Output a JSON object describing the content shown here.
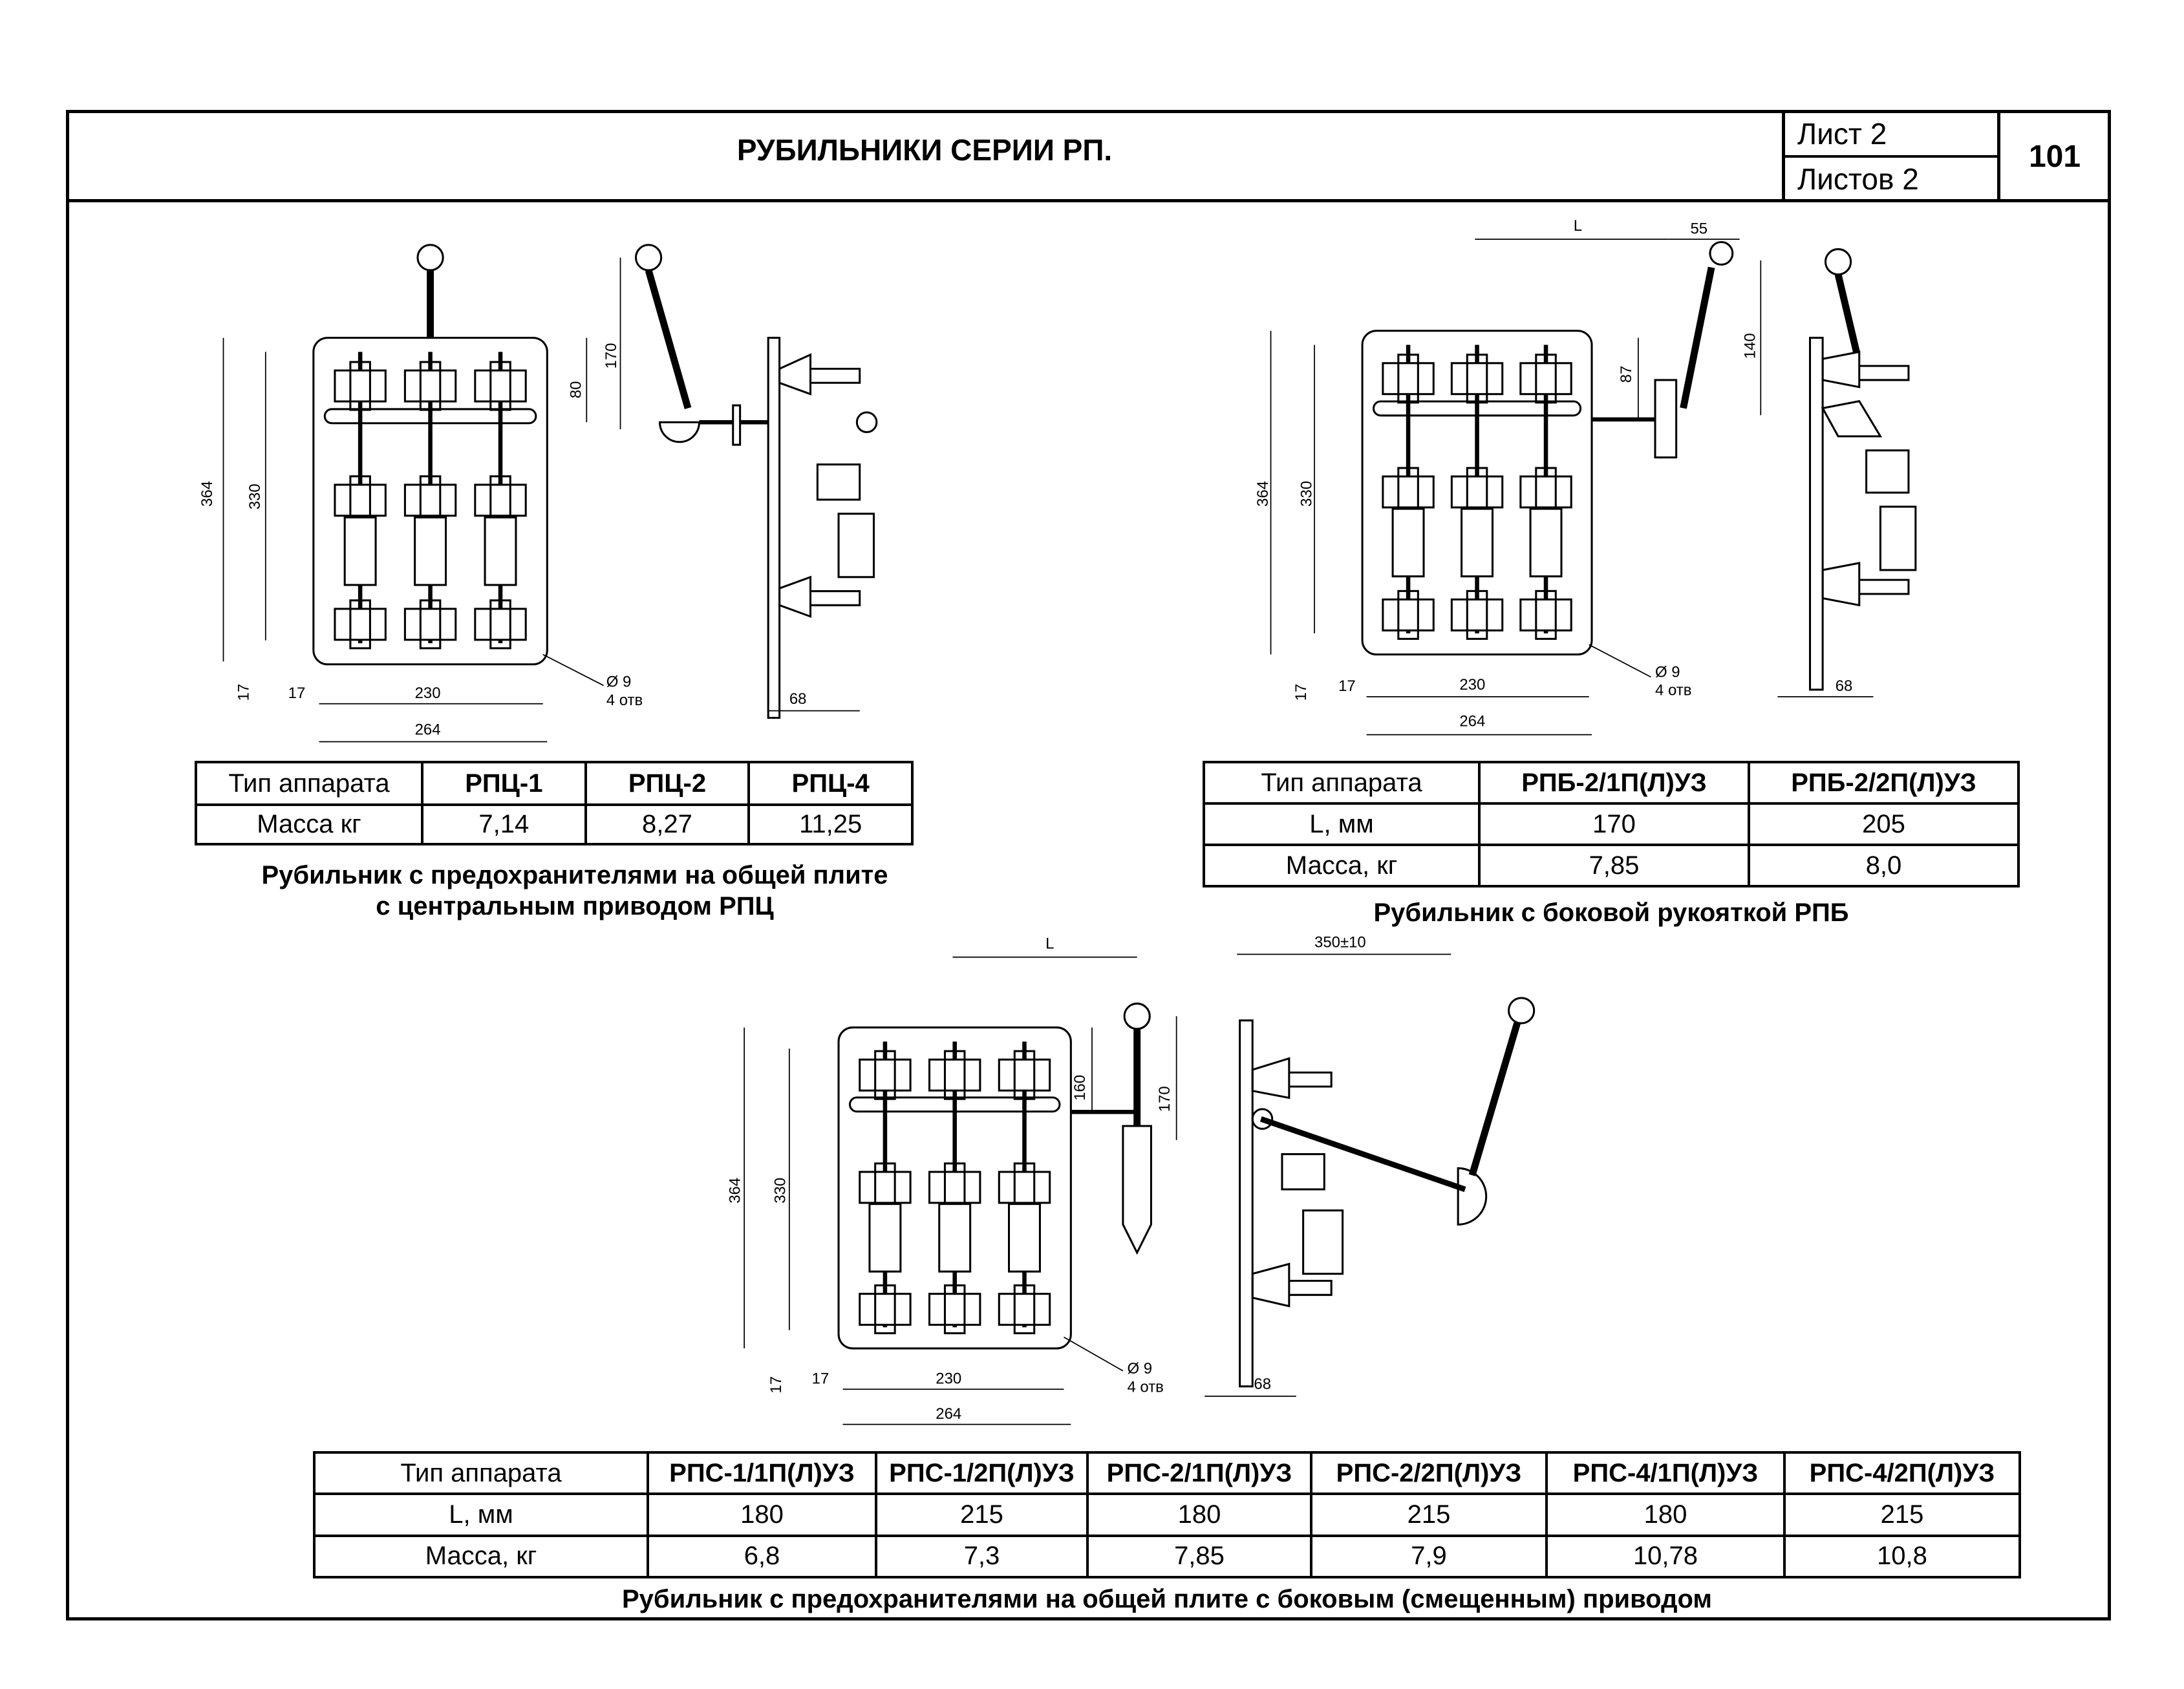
{
  "header": {
    "title": "РУБИЛЬНИКИ СЕРИИ РП.",
    "sheet_label": "Лист  2",
    "sheets_label": "Листов   2",
    "page_number": "101"
  },
  "rpc": {
    "table": {
      "head": [
        "Тип аппарата",
        "РПЦ-1",
        "РПЦ-2",
        "РПЦ-4"
      ],
      "rows": [
        [
          "Масса кг",
          "7,14",
          "8,27",
          "11,25"
        ]
      ]
    },
    "caption": [
      "Рубильник с предохранителями на общей плите",
      "с центральным приводом РПЦ"
    ],
    "dims": {
      "h364": "364",
      "h330": "330",
      "d80": "80",
      "d170": "170",
      "d17a": "17",
      "d17b": "17",
      "w230": "230",
      "w264": "264",
      "hole": "Ø 9",
      "holes": "4 отв",
      "d68": "68"
    }
  },
  "rpb": {
    "table": {
      "head": [
        "Тип аппарата",
        "РПБ-2/1П(Л)УЗ",
        "РПБ-2/2П(Л)УЗ"
      ],
      "rows": [
        [
          "L, мм",
          "170",
          "205"
        ],
        [
          "Масса, кг",
          "7,85",
          "8,0"
        ]
      ]
    },
    "caption": "Рубильник с боковой рукояткой РПБ",
    "dims": {
      "L": "L",
      "d55": "55",
      "d140": "140",
      "d87": "87",
      "h364": "364",
      "h330": "330",
      "d17a": "17",
      "d17b": "17",
      "w230": "230",
      "w264": "264",
      "hole": "Ø 9",
      "holes": "4 отв",
      "d68": "68"
    }
  },
  "rps": {
    "table": {
      "head": [
        "Тип аппарата",
        "РПС-1/1П(Л)УЗ",
        "РПС-1/2П(Л)УЗ",
        "РПС-2/1П(Л)УЗ",
        "РПС-2/2П(Л)УЗ",
        "РПС-4/1П(Л)УЗ",
        "РПС-4/2П(Л)УЗ"
      ],
      "rows": [
        [
          "L, мм",
          "180",
          "215",
          "180",
          "215",
          "180",
          "215"
        ],
        [
          "Масса, кг",
          "6,8",
          "7,3",
          "7,85",
          "7,9",
          "10,78",
          "10,8"
        ]
      ]
    },
    "caption": "Рубильник с предохранителями на общей плите с боковым (смещенным) приводом",
    "dims": {
      "L": "L",
      "d350": "350±10",
      "d160": "160",
      "d170": "170",
      "h364": "364",
      "h330": "330",
      "d17a": "17",
      "d17b": "17",
      "w230": "230",
      "w264": "264",
      "hole": "Ø 9",
      "holes": "4 отв",
      "d68": "68"
    }
  }
}
